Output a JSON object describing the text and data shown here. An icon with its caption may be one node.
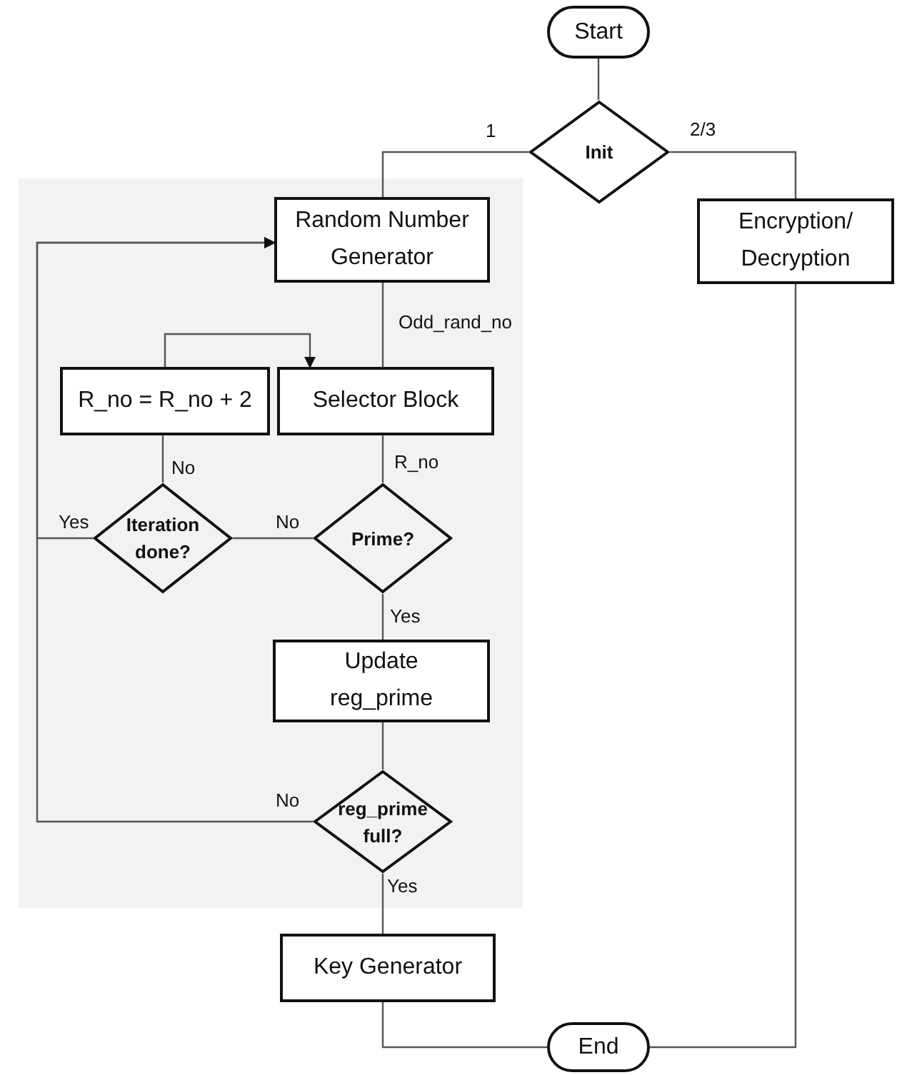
{
  "diagram": {
    "nodes": [
      {
        "text": [],
        "shape": "box"
      },
      {
        "text": [
          "Start"
        ]
      },
      {
        "text": [
          "Init"
        ]
      },
      {
        "text": [
          "Random Number Generator"
        ],
        "in": 0
      },
      {
        "text": [
          "Encryption/ Decryption"
        ]
      },
      {
        "text": [
          "R_no = R_no + 2"
        ],
        "in": 0
      },
      {
        "text": [
          "Selector Block"
        ],
        "in": 0
      },
      {
        "text": [
          "Iteration done?"
        ],
        "in": 0
      },
      {
        "text": [
          "Prime?"
        ],
        "in": 0
      },
      {
        "text": [
          "Update reg_prime"
        ],
        "in": 0
      },
      {
        "text": [
          "reg_prime full?"
        ],
        "in": 0
      },
      {
        "text": [
          "Key Generator"
        ]
      },
      {
        "text": [
          "End"
        ]
      }
    ],
    "edges": [
      {
        "from": 1,
        "to": 2,
        "arrow": "none"
      },
      {
        "from": 2,
        "to": 3,
        "arrow": "none",
        "label": "1"
      },
      {
        "from": 2,
        "to": 4,
        "arrow": "none",
        "label": "2/3"
      },
      {
        "from": 3,
        "to": 6,
        "arrow": "none",
        "label": "Odd_rand_no"
      },
      {
        "from": 6,
        "to": 8,
        "arrow": "none",
        "label": "R_no"
      },
      {
        "from": 8,
        "to": 7,
        "arrow": "none",
        "label": "No"
      },
      {
        "from": 7,
        "to": 5,
        "arrow": "none",
        "label": "No"
      },
      {
        "from": 5,
        "to": 6,
        "arrow": "to"
      },
      {
        "from": 7,
        "to": 3,
        "arrow": "to",
        "label": "Yes"
      },
      {
        "from": 8,
        "to": 9,
        "arrow": "none",
        "label": "Yes"
      },
      {
        "from": 9,
        "to": 10,
        "arrow": "none"
      },
      {
        "from": 10,
        "to": 3,
        "arrow": "to",
        "label": "No"
      },
      {
        "from": 10,
        "to": 11,
        "arrow": "none",
        "label": "Yes"
      },
      {
        "from": 11,
        "to": 12,
        "arrow": "none"
      },
      {
        "from": 4,
        "to": 12,
        "arrow": "none"
      }
    ]
  }
}
